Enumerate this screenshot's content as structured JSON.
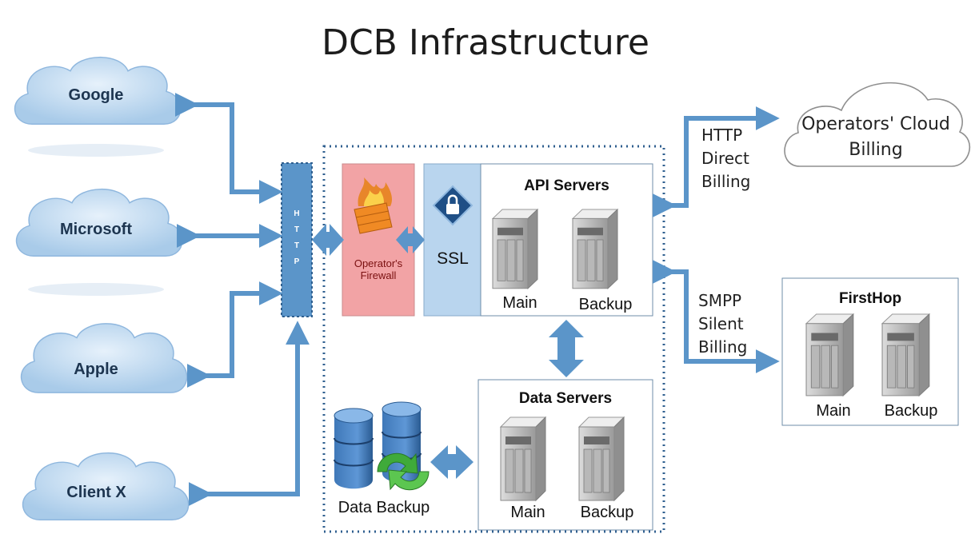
{
  "title": "DCB Infrastructure",
  "clients": [
    {
      "label": "Google"
    },
    {
      "label": "Microsoft"
    },
    {
      "label": "Apple"
    },
    {
      "label": "Client X"
    }
  ],
  "http_bar": {
    "letters": [
      "H",
      "T",
      "T",
      "P"
    ]
  },
  "firewall": {
    "line1": "Operator's",
    "line2": "Firewall"
  },
  "ssl": {
    "label": "SSL"
  },
  "api_servers": {
    "title": "API Servers",
    "main": "Main",
    "backup": "Backup"
  },
  "data_servers": {
    "title": "Data Servers",
    "main": "Main",
    "backup": "Backup"
  },
  "data_backup": {
    "label": "Data Backup"
  },
  "operators_cloud": {
    "line1": "Operators' Cloud",
    "line2": "Billing"
  },
  "http_direct": {
    "line1": "HTTP",
    "line2": "Direct",
    "line3": "Billing"
  },
  "smpp_silent": {
    "line1": "SMPP",
    "line2": "Silent",
    "line3": "Billing"
  },
  "firsthop": {
    "title": "FirstHop",
    "main": "Main",
    "backup": "Backup"
  },
  "colors": {
    "arrow": "#5b95c9",
    "cloud": "#c5ddf2",
    "firewall": "#f2a3a5",
    "ssl": "#b9d5ee"
  }
}
